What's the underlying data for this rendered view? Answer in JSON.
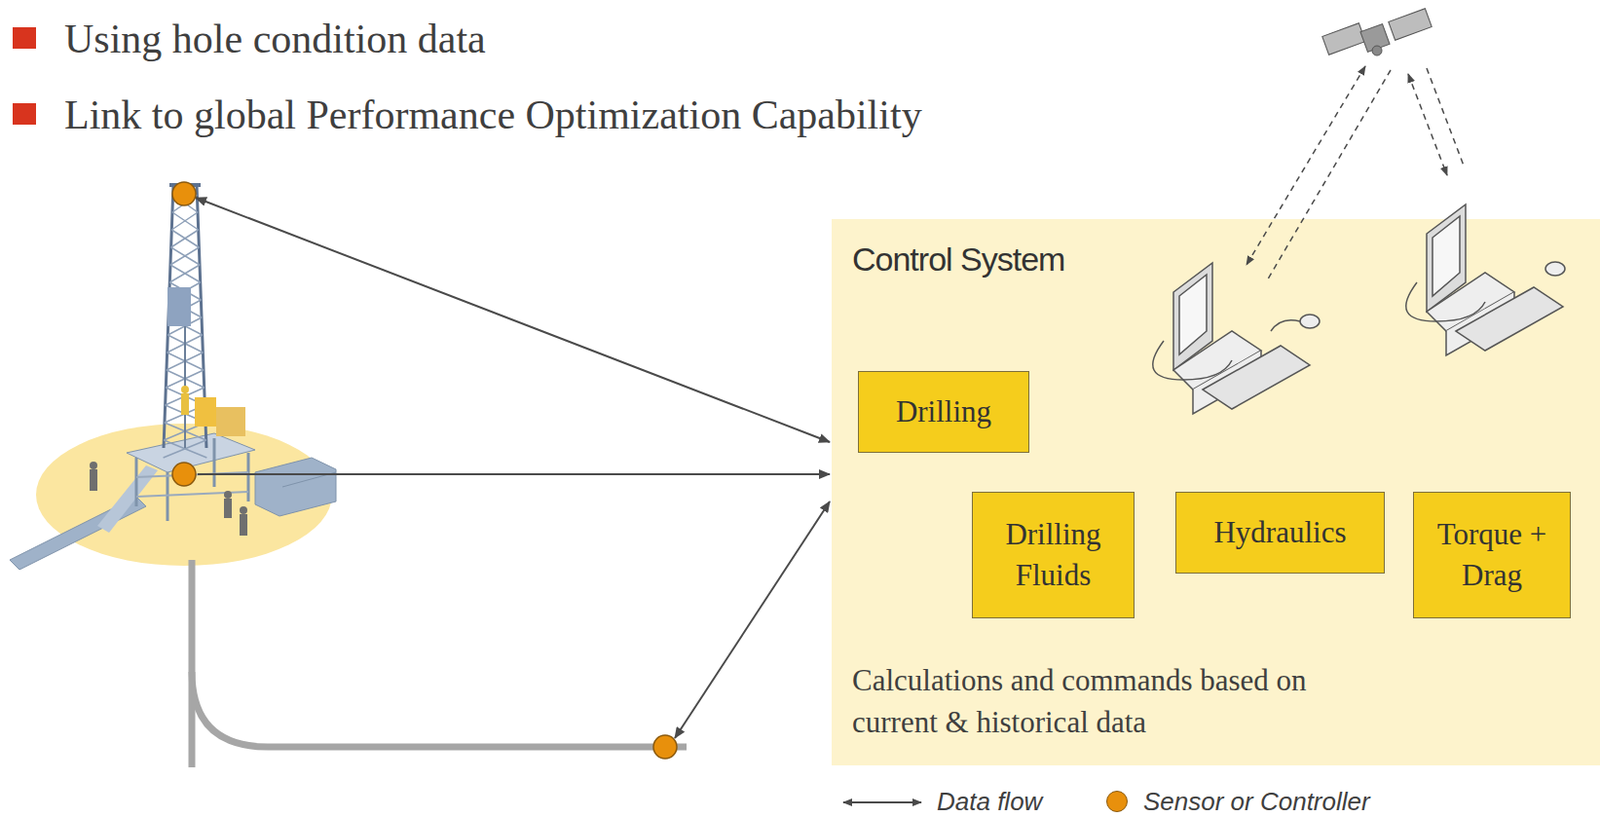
{
  "diagram": {
    "nodes": [
      {
        "text": [
          "Control System",
          "Calculations and commands based on current & historical data"
        ]
      },
      {
        "text": [
          "Drilling"
        ],
        "in": 0
      },
      {
        "text": [
          "Drilling Fluids"
        ],
        "in": 0
      },
      {
        "text": [
          "Hydraulics"
        ],
        "in": 0
      },
      {
        "text": [
          "Torque + Drag"
        ],
        "in": 0
      }
    ],
    "labels": [
      "Using hole condition data",
      "Link to global Performance Optimization Capability"
    ],
    "legend": [
      {
        "text": "Data flow"
      },
      {
        "text": "Sensor or Controller",
        "color": "#e8900c"
      }
    ]
  }
}
